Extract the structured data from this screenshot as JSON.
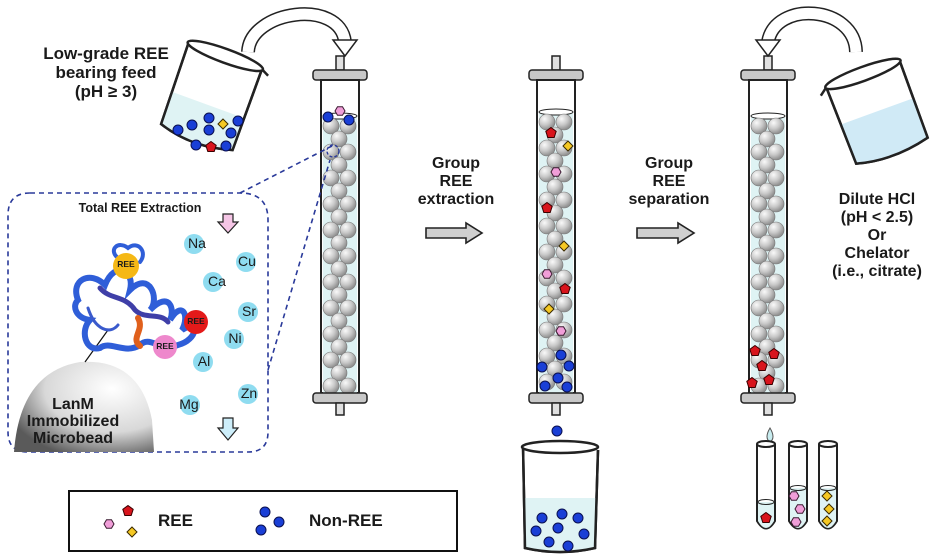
{
  "feed_label": {
    "lines": [
      "Low-grade REE",
      "bearing feed",
      "(pH ≥ 3)"
    ]
  },
  "inset": {
    "title": "Total REE Extraction",
    "bead_label": [
      "LanM",
      "Immobilized",
      "Microbead"
    ],
    "protein_sites": [
      "REE",
      "REE",
      "REE"
    ],
    "ions": [
      "Na",
      "Cu",
      "Ca",
      "Sr",
      "Ni",
      "Al",
      "Zn",
      "Mg"
    ]
  },
  "step1_label": [
    "Group",
    "REE",
    "extraction"
  ],
  "step2_label": [
    "Group",
    "REE",
    "separation"
  ],
  "eluent_label": [
    "Dilute HCl",
    "(pH < 2.5)",
    "Or",
    "Chelator",
    "(i.e., citrate)"
  ],
  "legend": {
    "ree_label": "REE",
    "non_ree_label": "Non-REE"
  },
  "colors": {
    "ree_red": "#d8141c",
    "ree_pink": "#f09ed8",
    "ree_yellow": "#f5c823",
    "non_ree_blue": "#1a3fd6",
    "liquid": "#dff3f4",
    "bead_gray": "#c4c4c4",
    "inset_border": "#2a3a9a",
    "ion_cyan": "#8fdcf0"
  },
  "icons": [
    "beaker-icon",
    "column-icon",
    "arrow-right-icon",
    "test-tube-icon",
    "curved-arrow-icon",
    "protein-icon",
    "microbead-icon"
  ]
}
